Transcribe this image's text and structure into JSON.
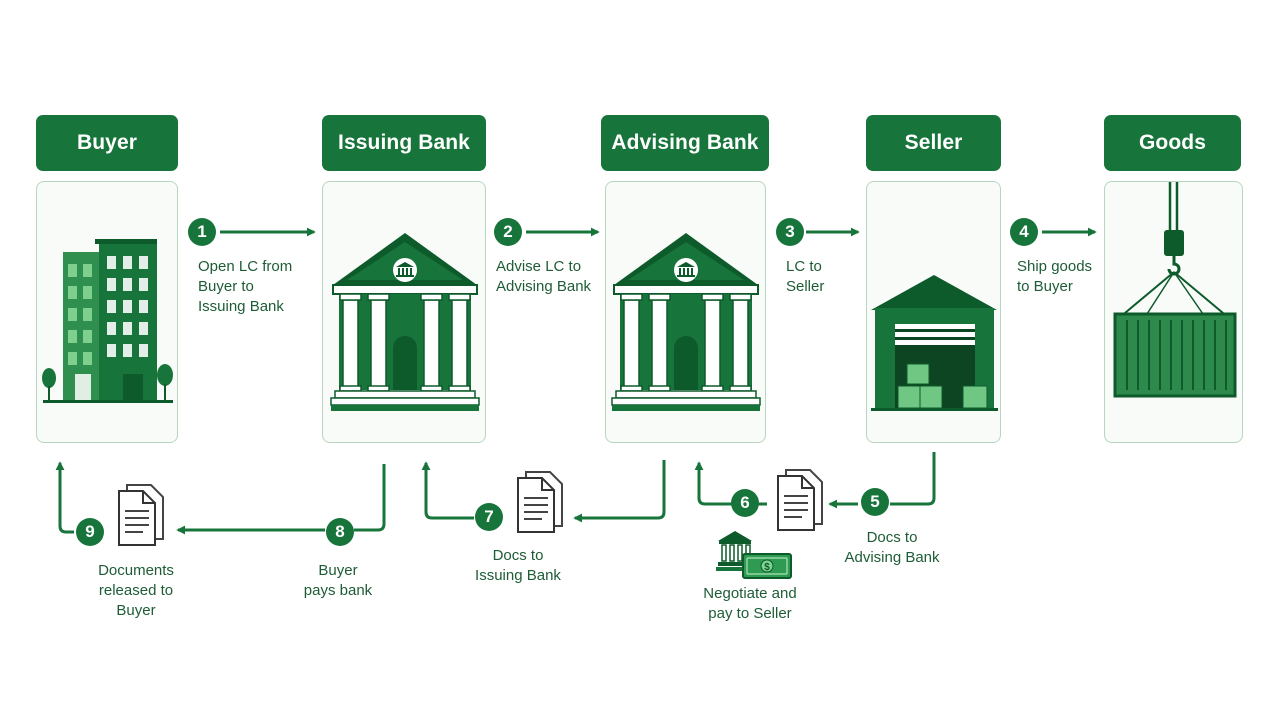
{
  "entities": {
    "buyer": "Buyer",
    "issuing_bank": "Issuing Bank",
    "advising_bank": "Advising Bank",
    "seller": "Seller",
    "goods": "Goods"
  },
  "steps": [
    {
      "num": "1",
      "text": "Open LC from\nBuyer to\nIssuing Bank"
    },
    {
      "num": "2",
      "text": "Advise LC to\nAdvising Bank"
    },
    {
      "num": "3",
      "text": "LC to\nSeller"
    },
    {
      "num": "4",
      "text": "Ship goods\nto Buyer"
    },
    {
      "num": "5",
      "text": "Docs to\nAdvising Bank"
    },
    {
      "num": "6",
      "text": "Negotiate and\npay to Seller"
    },
    {
      "num": "7",
      "text": "Docs to\nIssuing Bank"
    },
    {
      "num": "8",
      "text": "Buyer\npays bank"
    },
    {
      "num": "9",
      "text": "Documents\nreleased to\nBuyer"
    }
  ],
  "colors": {
    "primary": "#17753b",
    "dark": "#0d5a2a",
    "light": "#5cb870",
    "card_border": "#b7d6c0"
  },
  "icons": [
    "office-building-icon",
    "bank-building-icon",
    "warehouse-icon",
    "shipping-container-icon",
    "document-icon",
    "money-bill-icon"
  ]
}
